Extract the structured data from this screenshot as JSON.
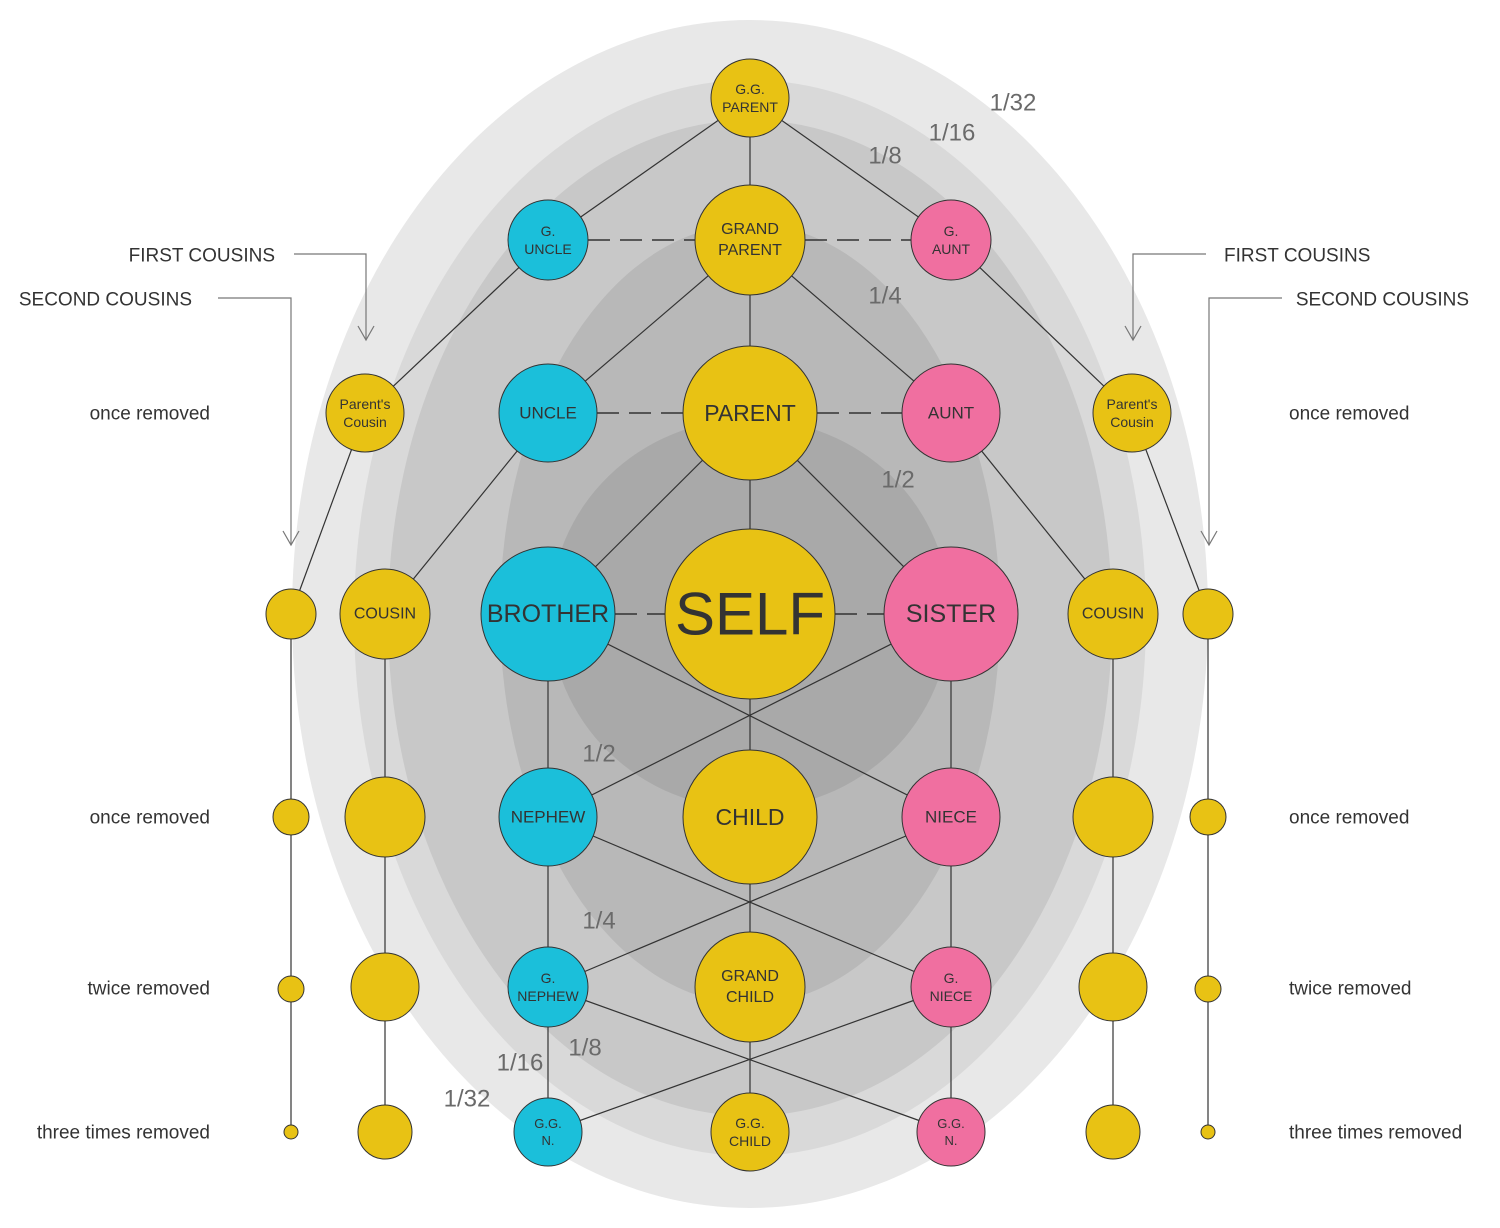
{
  "colors": {
    "gold": "#E8C214",
    "blue": "#1BBFDA",
    "pink": "#F06FA0",
    "background": "#FFFFFF",
    "rings": [
      "#E8E8E8",
      "#D9D9D9",
      "#C8C8C8",
      "#B8B8B8",
      "#A9A9A9"
    ]
  },
  "nodes": {
    "gg_parent": "G.G.\nPARENT",
    "g_uncle": "G.\nUNCLE",
    "grand_parent": "GRAND\nPARENT",
    "g_aunt": "G.\nAUNT",
    "parents_cousin_left": "Parent's\nCousin",
    "uncle": "UNCLE",
    "parent": "PARENT",
    "aunt": "AUNT",
    "parents_cousin_right": "Parent's\nCousin",
    "cousin_left": "COUSIN",
    "brother": "BROTHER",
    "self": "SELF",
    "sister": "SISTER",
    "cousin_right": "COUSIN",
    "nephew": "NEPHEW",
    "child": "CHILD",
    "niece": "NIECE",
    "g_nephew": "G.\nNEPHEW",
    "grand_child": "GRAND\nCHILD",
    "g_niece": "G.\nNIECE",
    "gg_n_left": "G.G.\nN.",
    "gg_child": "G.G.\nCHILD",
    "gg_n_right": "G.G.\nN."
  },
  "fractions": {
    "upper_1_32": "1/32",
    "upper_1_16": "1/16",
    "upper_1_8": "1/8",
    "upper_1_4": "1/4",
    "upper_1_2": "1/2",
    "lower_1_2": "1/2",
    "lower_1_4": "1/4",
    "lower_1_8": "1/8",
    "lower_1_16": "1/16",
    "lower_1_32": "1/32"
  },
  "annotations": {
    "first_cousins_left": "FIRST COUSINS",
    "second_cousins_left": "SECOND COUSINS",
    "first_cousins_right": "FIRST COUSINS",
    "second_cousins_right": "SECOND COUSINS"
  },
  "row_labels": {
    "left_once_removed_top": "once removed",
    "left_once_removed": "once removed",
    "left_twice_removed": "twice removed",
    "left_three_times_removed": "three times removed",
    "right_once_removed_top": "once removed",
    "right_once_removed": "once removed",
    "right_twice_removed": "twice removed",
    "right_three_times_removed": "three times removed"
  }
}
